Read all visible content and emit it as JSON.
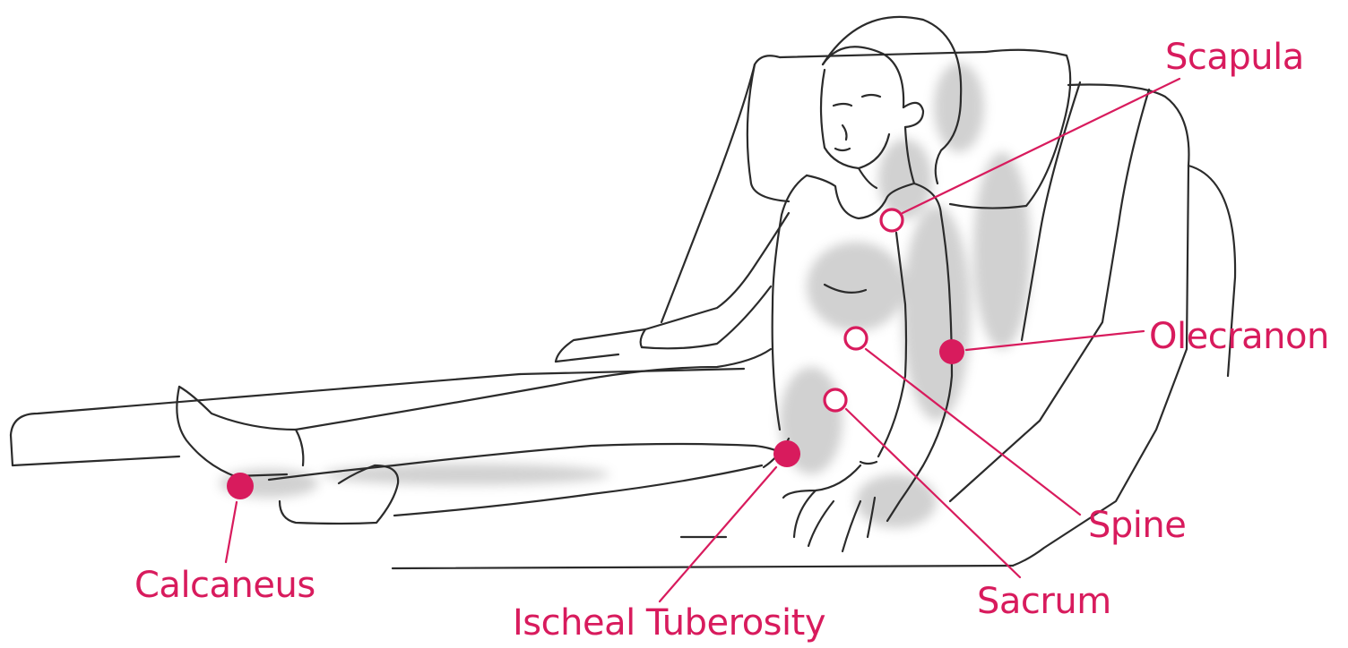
{
  "colors": {
    "accent": "#d81b5d",
    "ink": "#2b2b2b",
    "shade": "#9a9a9a",
    "background": "#ffffff"
  },
  "labels": {
    "scapula": "Scapula",
    "olecranon": "Olecranon",
    "spine": "Spine",
    "sacrum": "Sacrum",
    "ischeal_tuberosity": "Ischeal Tuberosity",
    "calcaneus": "Calcaneus"
  },
  "markers": {
    "scapula": "open",
    "olecranon": "filled",
    "spine": "open",
    "sacrum": "open",
    "ischeal_tuberosity": "filled",
    "calcaneus": "filled"
  }
}
